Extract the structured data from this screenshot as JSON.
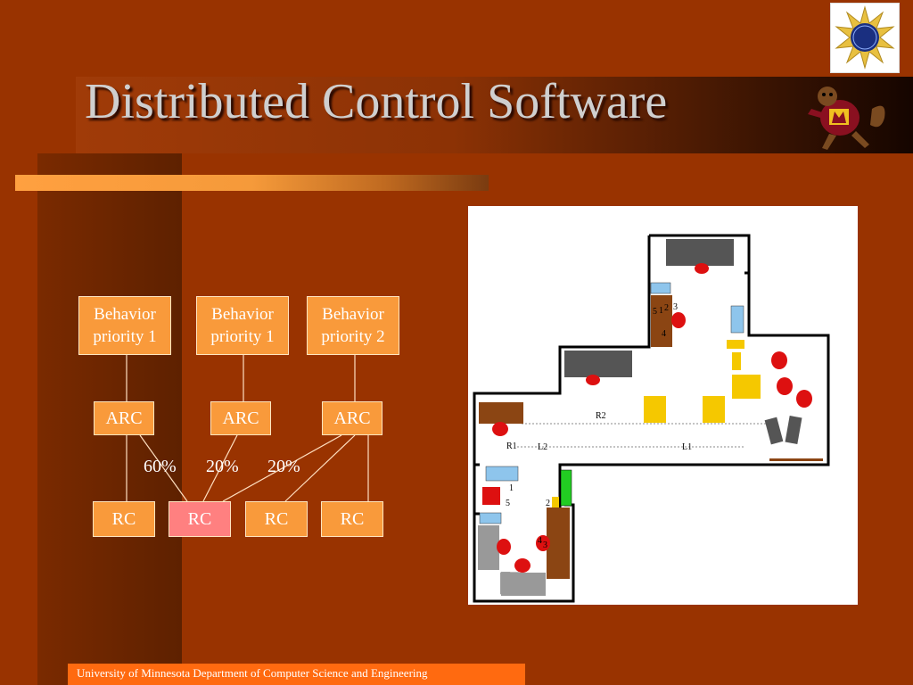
{
  "slide": {
    "title": "Distributed Control Software",
    "footer": "University of Minnesota Department of Computer Science and Engineering"
  },
  "diagram": {
    "behaviors": [
      {
        "line1": "Behavior",
        "line2": "priority 1"
      },
      {
        "line1": "Behavior",
        "line2": "priority 1"
      },
      {
        "line1": "Behavior",
        "line2": "priority 2"
      }
    ],
    "arcs": [
      "ARC",
      "ARC",
      "ARC"
    ],
    "rcs": [
      "RC",
      "RC",
      "RC",
      "RC"
    ],
    "percentages": [
      "60%",
      "20%",
      "20%"
    ]
  },
  "map": {
    "labels": {
      "r1": "R1",
      "r2": "R2",
      "l1": "L1",
      "l2": "L2",
      "top_numbers": [
        "5",
        "1",
        "2",
        "3",
        "4"
      ],
      "bottom_numbers": [
        "1",
        "5",
        "2",
        "4",
        "3"
      ]
    }
  },
  "colors": {
    "background": "#993300",
    "box_fill": "#f99a3b",
    "active_rc": "#ff8080",
    "footer": "#ff6a10"
  }
}
